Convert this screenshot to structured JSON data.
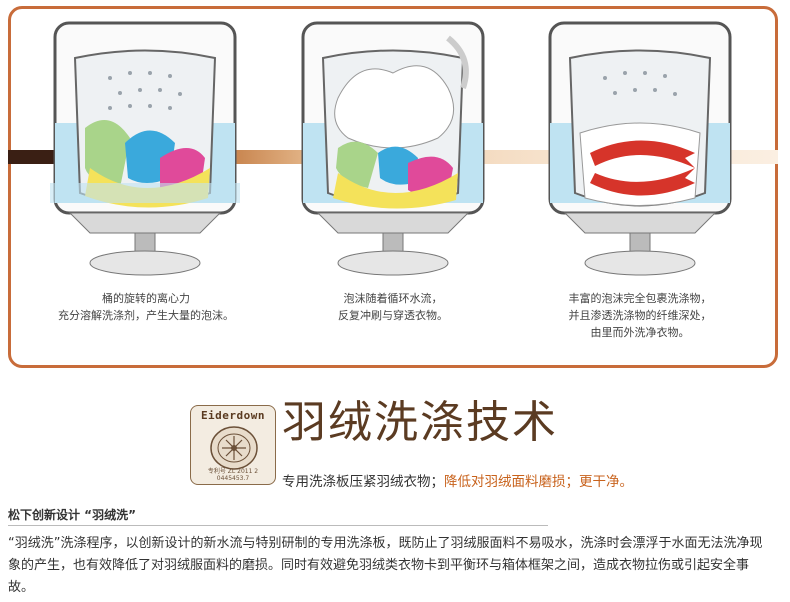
{
  "steps": [
    {
      "caption_line1": "桶的旋转的离心力",
      "caption_line2": "充分溶解洗涤剂，产生大量的泡沫。",
      "caption_line3": ""
    },
    {
      "caption_line1": "泡沫随着循环水流，",
      "caption_line2": "反复冲刷与穿透衣物。",
      "caption_line3": ""
    },
    {
      "caption_line1": "丰富的泡沫完全包裹洗涤物，",
      "caption_line2": "并且渗透洗涤物的纤维深处，",
      "caption_line3": "由里而外洗净衣物。"
    }
  ],
  "logo": {
    "brand": "Eiderdown",
    "patent": "专利号 ZL 2011 2 0445453.7"
  },
  "headline": "羽绒洗涤技术",
  "tagline": {
    "part1": "专用洗涤板压紧羽绒衣物；",
    "part2": "降低对羽绒面料磨损；更干净。"
  },
  "section_title": "松下创新设计  “羽绒洗”",
  "body_text": "“羽绒洗”洗涤程序，以创新设计的新水流与特别研制的专用洗涤板，既防止了羽绒服面料不易吸水，洗涤时会漂浮于水面无法洗净现象的产生，也有效降低了对羽绒服面料的磨损。同时有效避免羽绒类衣物卡到平衡环与箱体框架之间，造成衣物拉伤或引起安全事故。",
  "colors": {
    "border": "#c86c3a",
    "headline": "#5b3b22",
    "accent": "#c8621c",
    "water": "#bfe3f2"
  }
}
